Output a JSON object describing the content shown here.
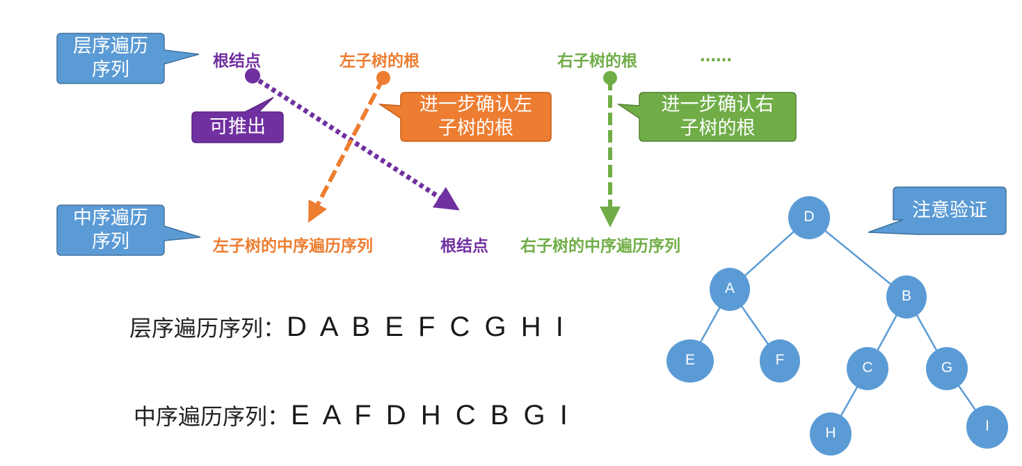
{
  "callouts": {
    "level_order": "层序遍历\n序列",
    "in_order": "中序遍历\n序列",
    "derivable": "可推出",
    "confirm_left": "进一步确认左\n子树的根",
    "confirm_right": "进一步确认右\n子树的根",
    "verify": "注意验证"
  },
  "top_labels": {
    "root": "根结点",
    "left_root": "左子树的根",
    "right_root": "右子树的根",
    "ellipsis": "……"
  },
  "bottom_labels": {
    "left_inorder": "左子树的中序遍历序列",
    "root": "根结点",
    "right_inorder": "右子树的中序遍历序列"
  },
  "sequences": {
    "level_label": "层序遍历序列：",
    "level_value": "D A B E F C G H I",
    "in_label": "中序遍历序列：",
    "in_value": "E A F D H C B G I"
  },
  "tree": {
    "nodes": [
      {
        "id": "D"
      },
      {
        "id": "A"
      },
      {
        "id": "B"
      },
      {
        "id": "E"
      },
      {
        "id": "F"
      },
      {
        "id": "C"
      },
      {
        "id": "G"
      },
      {
        "id": "H"
      },
      {
        "id": "I"
      }
    ]
  },
  "colors": {
    "callout_blue": "#5b9bd5",
    "purple": "#7030a0",
    "orange": "#ed7d31",
    "green": "#70ad47",
    "node": "#5b9bd5"
  }
}
